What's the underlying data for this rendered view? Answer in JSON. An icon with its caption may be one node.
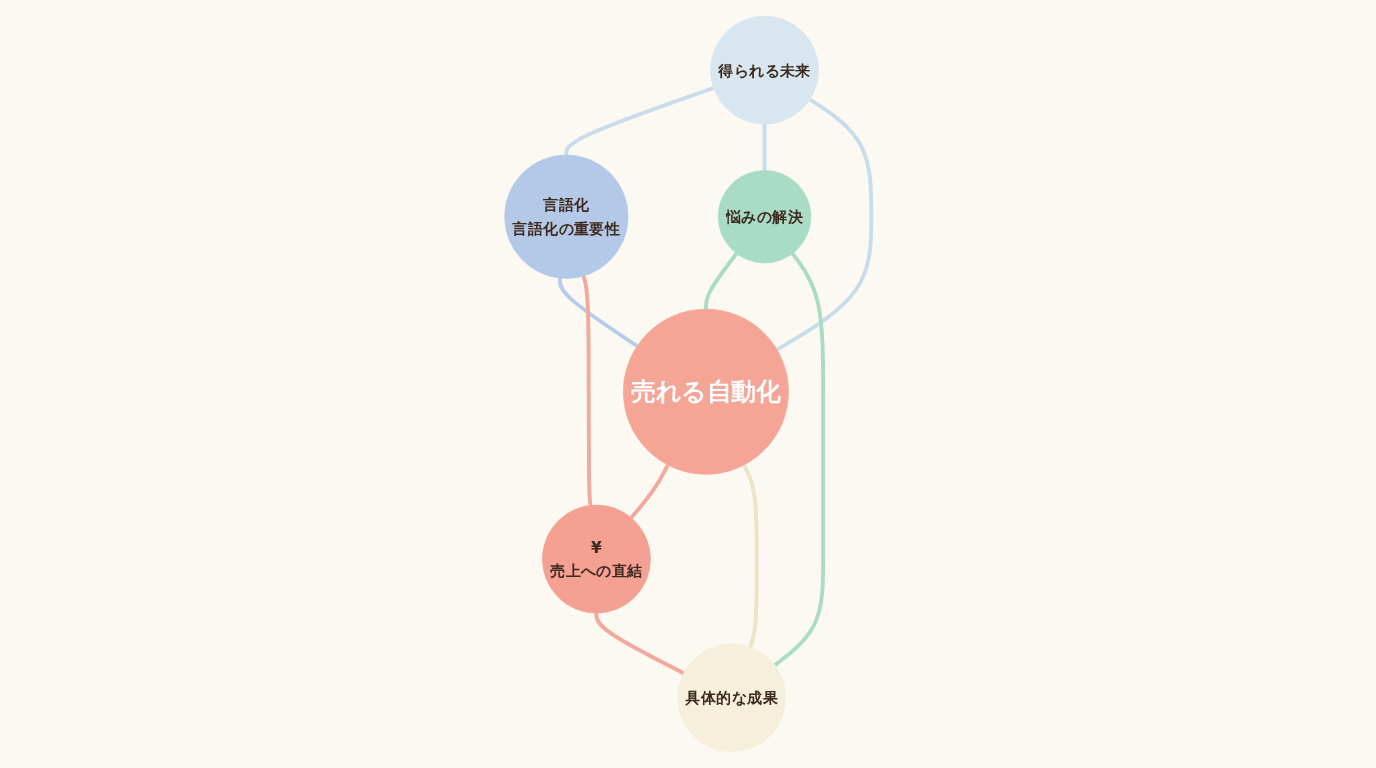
{
  "diagram": {
    "nodes": [
      {
        "text": [
          "得られる未来"
        ]
      },
      {
        "text": [
          "言語化",
          "言語化の重要性"
        ]
      },
      {
        "text": [
          "売れる自動化"
        ]
      },
      {
        "text": [
          "悩みの解決"
        ]
      },
      {
        "text": [
          "¥",
          "売上への直結"
        ]
      },
      {
        "text": [
          "具体的な成果"
        ]
      }
    ],
    "edges": [
      {
        "from": 0,
        "to": 1,
        "arrow": "none",
        "color": "#c9dcec"
      },
      {
        "from": 0,
        "to": 3,
        "arrow": "none",
        "color": "#c9dcec"
      },
      {
        "from": 0,
        "to": 2,
        "arrow": "none",
        "color": "#c9dcec"
      },
      {
        "from": 1,
        "to": 2,
        "arrow": "none",
        "color": "#b7cce8"
      },
      {
        "from": 3,
        "to": 2,
        "arrow": "none",
        "color": "#a8dcc6"
      },
      {
        "from": 2,
        "to": 4,
        "arrow": "none",
        "color": "#f2a99b"
      },
      {
        "from": 2,
        "to": 5,
        "arrow": "none",
        "color": "#ece3c8"
      },
      {
        "from": 1,
        "to": 4,
        "arrow": "none",
        "color": "#f2a99b"
      },
      {
        "from": 3,
        "to": 5,
        "arrow": "none",
        "color": "#a8dcc6"
      },
      {
        "from": 4,
        "to": 5,
        "arrow": "none",
        "color": "#f2a99b"
      }
    ]
  }
}
